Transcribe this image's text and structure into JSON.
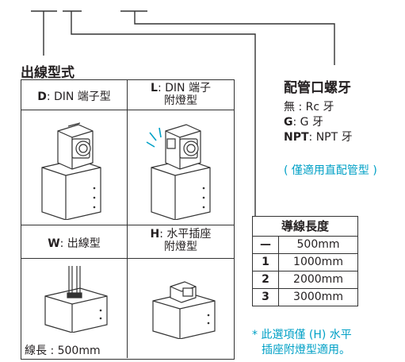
{
  "output_type": {
    "title": "出線型式",
    "cells": [
      {
        "code": "D",
        "label": ": DIN 端子型",
        "label2": ""
      },
      {
        "code": "L",
        "label": ": DIN 端子",
        "label2": "附燈型"
      },
      {
        "code": "W",
        "label": ": 出線型",
        "label2": ""
      },
      {
        "code": "H",
        "label": ": 水平插座",
        "label2": "附燈型"
      }
    ],
    "wire_length": "線長 : 500mm"
  },
  "port_thread": {
    "title": "配管口螺牙",
    "items": [
      {
        "code": "",
        "text": "無 : Rc 牙"
      },
      {
        "code": "G",
        "text": ": G 牙"
      },
      {
        "code": "NPT",
        "text": ": NPT 牙"
      }
    ],
    "note": "( 僅適用直配管型 )"
  },
  "lead_length": {
    "title": "導線長度",
    "rows": [
      {
        "code": "—",
        "value": "500mm"
      },
      {
        "code": "1",
        "value": "1000mm"
      },
      {
        "code": "2",
        "value": "2000mm"
      },
      {
        "code": "3",
        "value": "3000mm"
      }
    ],
    "note_line1": "* 此選項僅 (H) 水平",
    "note_line2": "插座附燈型適用。"
  },
  "colors": {
    "accent": "#00a0c6",
    "line": "#333333"
  }
}
